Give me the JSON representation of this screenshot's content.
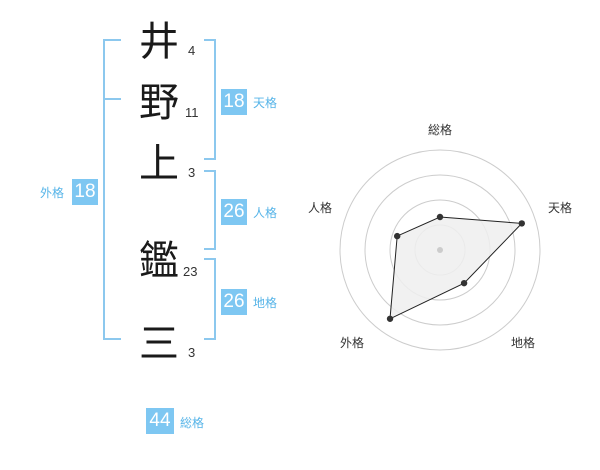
{
  "name": {
    "characters": [
      {
        "char": "井",
        "strokes": "4"
      },
      {
        "char": "野",
        "strokes": "11"
      },
      {
        "char": "上",
        "strokes": "3"
      },
      {
        "char": "鑑",
        "strokes": "23"
      },
      {
        "char": "三",
        "strokes": "3"
      }
    ]
  },
  "fortunes": {
    "tenkaku": {
      "value": "18",
      "label": "天格"
    },
    "jinkaku": {
      "value": "26",
      "label": "人格"
    },
    "chikaku": {
      "value": "26",
      "label": "地格"
    },
    "gaikaku": {
      "value": "18",
      "label": "外格"
    },
    "soukaku": {
      "value": "44",
      "label": "総格"
    }
  },
  "chart_data": {
    "type": "radar",
    "axes": [
      "総格",
      "天格",
      "地格",
      "外格",
      "人格"
    ],
    "values": [
      0.33,
      0.86,
      0.41,
      0.85,
      0.45
    ],
    "range": [
      0,
      1
    ],
    "rings": 4,
    "colors": {
      "fill": "#efefef",
      "line": "#222222",
      "ring": "#cccccc",
      "point": "#333333",
      "center": "#cccccc"
    }
  },
  "colors": {
    "accent": "#7ec7f2",
    "bracket": "#8cc8ee",
    "caption": "#56b4e8"
  }
}
